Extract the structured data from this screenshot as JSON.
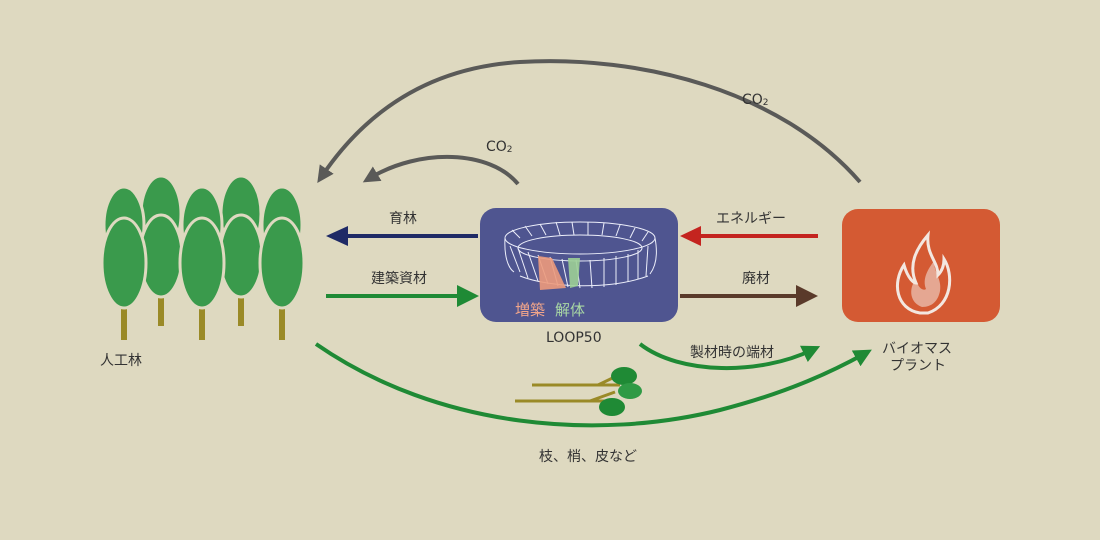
{
  "labels": {
    "co2_top": "CO",
    "co2_top_sub": "2",
    "co2_small": "CO",
    "co2_small_sub": "2",
    "ikurin": "育林",
    "kenchiku": "建築資材",
    "energy": "エネルギー",
    "haizai": "廃材",
    "forest": "人工林",
    "loop": "LOOP50",
    "plant_line1": "バイオマス",
    "plant_line2": "プラント",
    "hashizai": "製材時の端材",
    "branches": "枝、梢、皮など",
    "zochiku": "増築",
    "kaitai": "解体"
  },
  "colors": {
    "background": "#ded9c0",
    "loop_box": "#4f5590",
    "plant_box": "#d45a33",
    "tree": "#3a9a4c",
    "trunk": "#9a8a27",
    "arrow_gray": "#5a5a58",
    "arrow_navy": "#1f2a66",
    "arrow_green": "#1f8a35",
    "arrow_red": "#c4241f",
    "arrow_brown": "#5a3a2a"
  },
  "icons": [
    "tree-icon",
    "stadium-wireframe-icon",
    "flame-icon",
    "branches-icon"
  ]
}
